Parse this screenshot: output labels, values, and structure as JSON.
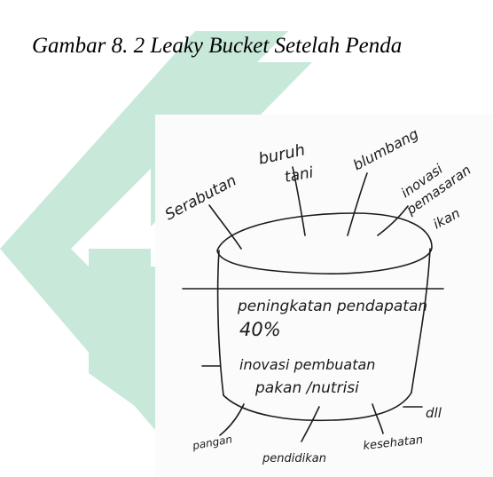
{
  "caption": "Gambar 8. 2 Leaky Bucket Setelah Penda",
  "labels": {
    "serabutan": "Serabutan",
    "buruh": "buruh",
    "tani": "tani",
    "blumbang": "blumbang",
    "inovasi_pemasaran_1": "inovasi",
    "inovasi_pemasaran_2": "pemasaran",
    "inovasi_pemasaran_3": "ikan",
    "peningkatan_1": "peningkatan pendapatan",
    "peningkatan_2": "40%",
    "pakan_1": "inovasi pembuatan",
    "pakan_2": "pakan /nutrisi",
    "dll": "dll",
    "pangan": "pangan",
    "pendidikan": "pendidikan",
    "kesehatan": "kesehatan"
  },
  "colors": {
    "watermark": "#c8e9da",
    "ink": "#1b1b1b"
  }
}
